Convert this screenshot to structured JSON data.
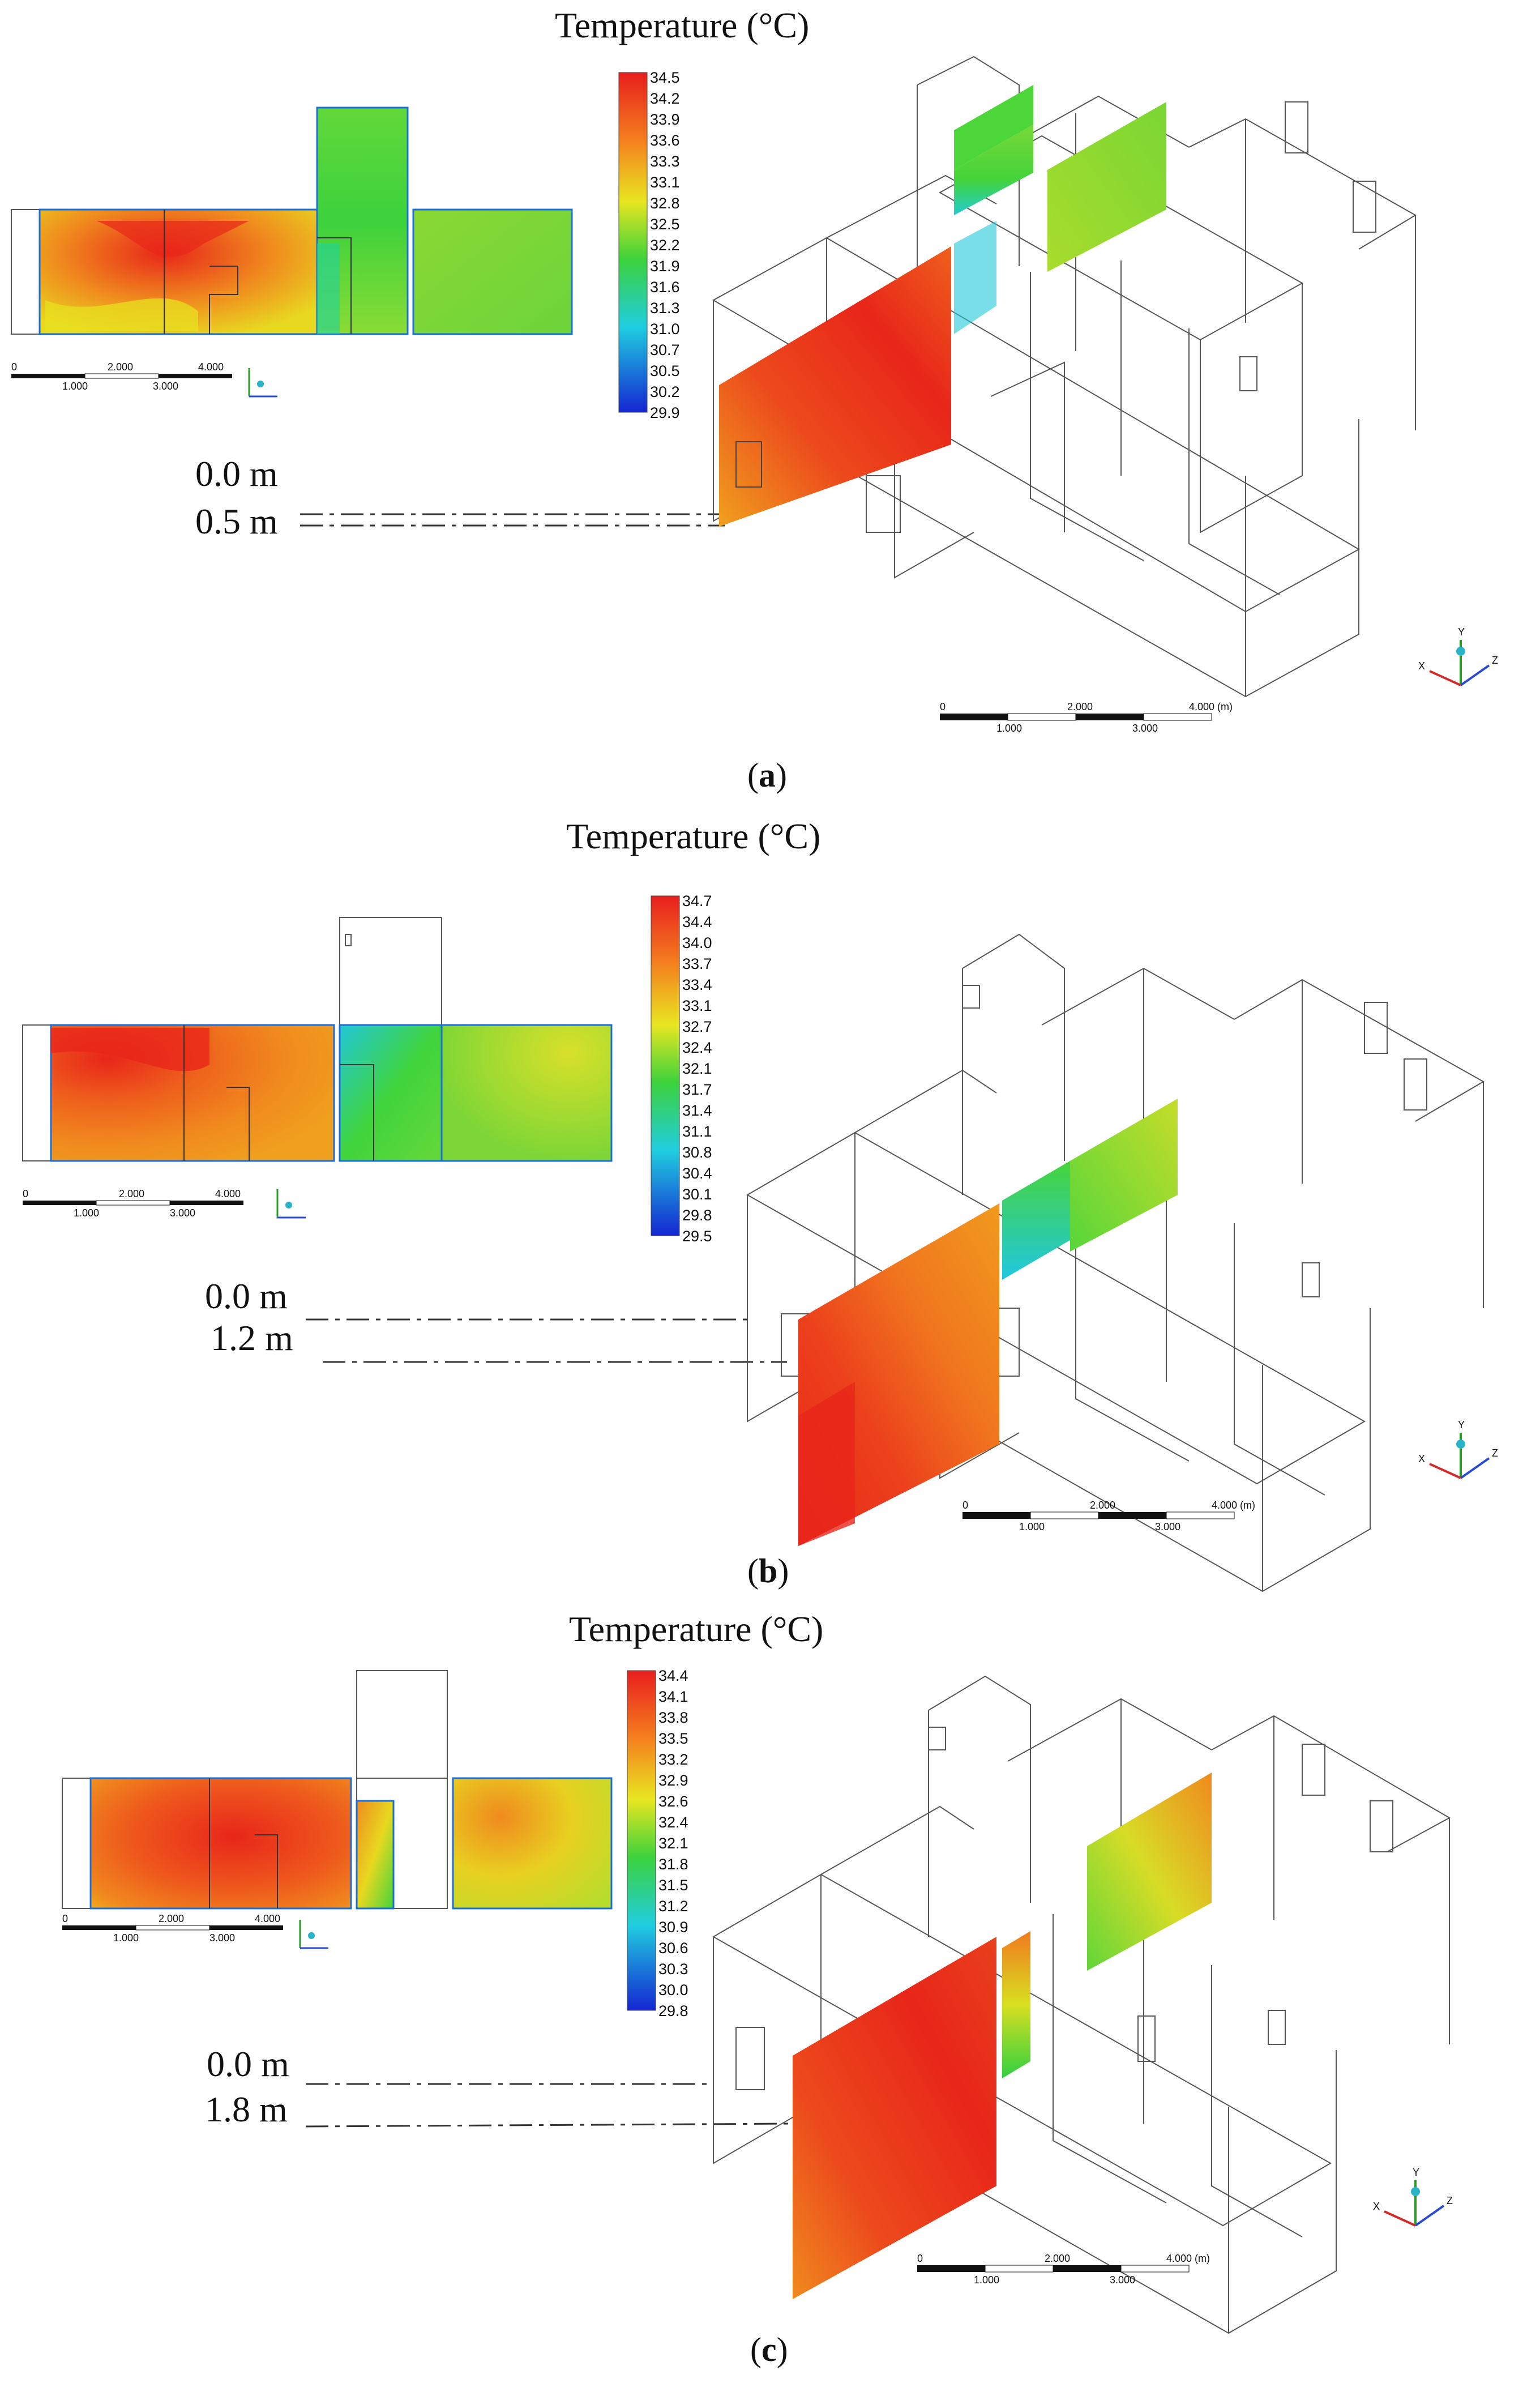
{
  "panels": [
    {
      "id": "a",
      "title": "Temperature (°C)",
      "colorbar_ticks": [
        "34.5",
        "34.2",
        "33.9",
        "33.6",
        "33.3",
        "33.1",
        "32.8",
        "32.5",
        "32.2",
        "31.9",
        "31.6",
        "31.3",
        "31.0",
        "30.7",
        "30.5",
        "30.2",
        "29.9"
      ],
      "height_labels": [
        "0.0  m",
        "0.5  m"
      ],
      "caption": "a",
      "scale_labels_top": [
        "0",
        "2.000",
        "4.000",
        "(m)"
      ],
      "scale_labels_bottom": [
        "1.000",
        "3.000"
      ]
    },
    {
      "id": "b",
      "title": "Temperature (°C)",
      "colorbar_ticks": [
        "34.7",
        "34.4",
        "34.0",
        "33.7",
        "33.4",
        "33.1",
        "32.7",
        "32.4",
        "32.1",
        "31.7",
        "31.4",
        "31.1",
        "30.8",
        "30.4",
        "30.1",
        "29.8",
        "29.5"
      ],
      "height_labels": [
        "0.0 m",
        "1.2 m"
      ],
      "caption": "b",
      "scale_labels_top": [
        "0",
        "2.000",
        "4.000",
        "(m)"
      ],
      "scale_labels_bottom": [
        "1.000",
        "3.000"
      ]
    },
    {
      "id": "c",
      "title": "Temperature (°C)",
      "colorbar_ticks": [
        "34.4",
        "34.1",
        "33.8",
        "33.5",
        "33.2",
        "32.9",
        "32.6",
        "32.4",
        "32.1",
        "31.8",
        "31.5",
        "31.2",
        "30.9",
        "30.6",
        "30.3",
        "30.0",
        "29.8"
      ],
      "height_labels": [
        "0.0 m",
        "1.8 m"
      ],
      "caption": "c",
      "scale_labels_top": [
        "0",
        "2.000",
        "4.000",
        "(m)"
      ],
      "scale_labels_bottom": [
        "1.000",
        "3.000"
      ]
    }
  ],
  "axis_labels": [
    "X",
    "Y",
    "Z"
  ],
  "colors": {
    "hot": "#e8261a",
    "warm": "#f07a1e",
    "mid": "#e8e020",
    "green": "#3cd23c",
    "cyan": "#20c8e6",
    "cold": "#1428d2"
  }
}
